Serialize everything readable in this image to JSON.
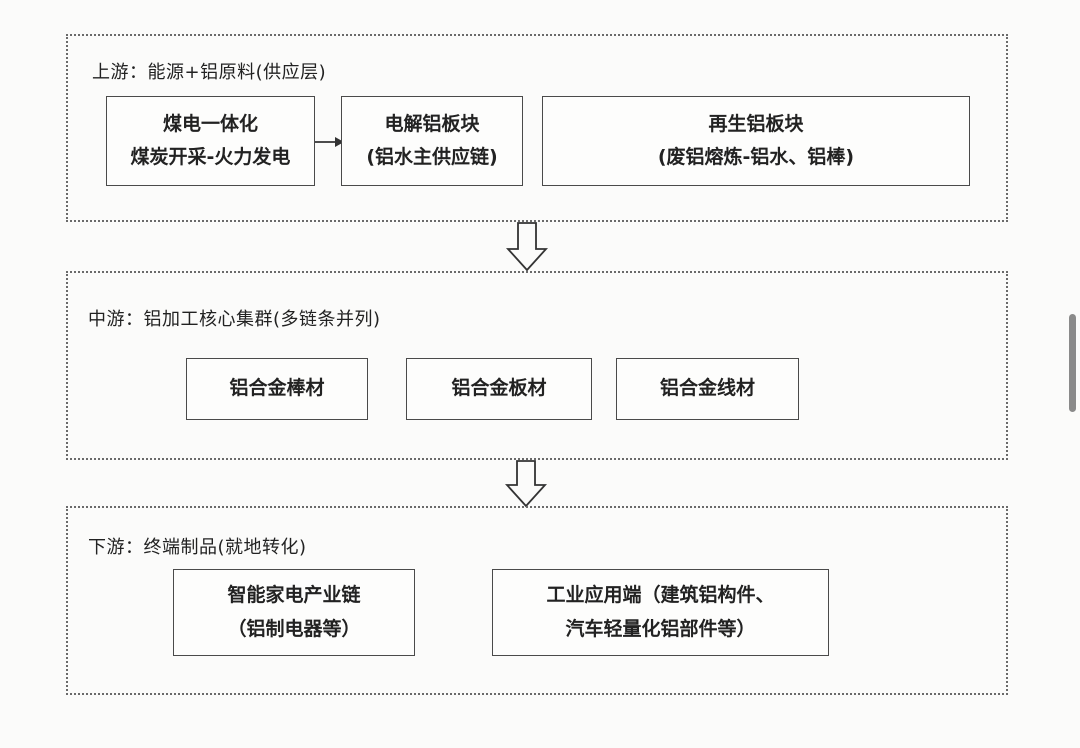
{
  "upstream": {
    "title": "上游：能源+铝原料(供应层)",
    "box1": {
      "line1": "煤电一体化",
      "line2": "煤炭开采-火力发电"
    },
    "box2": {
      "line1": "电解铝板块",
      "line2": "(铝水主供应链)"
    },
    "box3": {
      "line1": "再生铝板块",
      "line2": "(废铝熔炼-铝水、铝棒)"
    }
  },
  "midstream": {
    "title": "中游：铝加工核心集群(多链条并列)",
    "boxes": [
      "铝合金棒材",
      "铝合金板材",
      "铝合金线材"
    ]
  },
  "downstream": {
    "title": "下游：终端制品(就地转化)",
    "box1": {
      "line1": "智能家电产业链",
      "line2": "（铝制电器等）"
    },
    "box2": {
      "line1": "工业应用端（建筑铝构件、",
      "line2": "汽车轻量化铝部件等）"
    }
  }
}
